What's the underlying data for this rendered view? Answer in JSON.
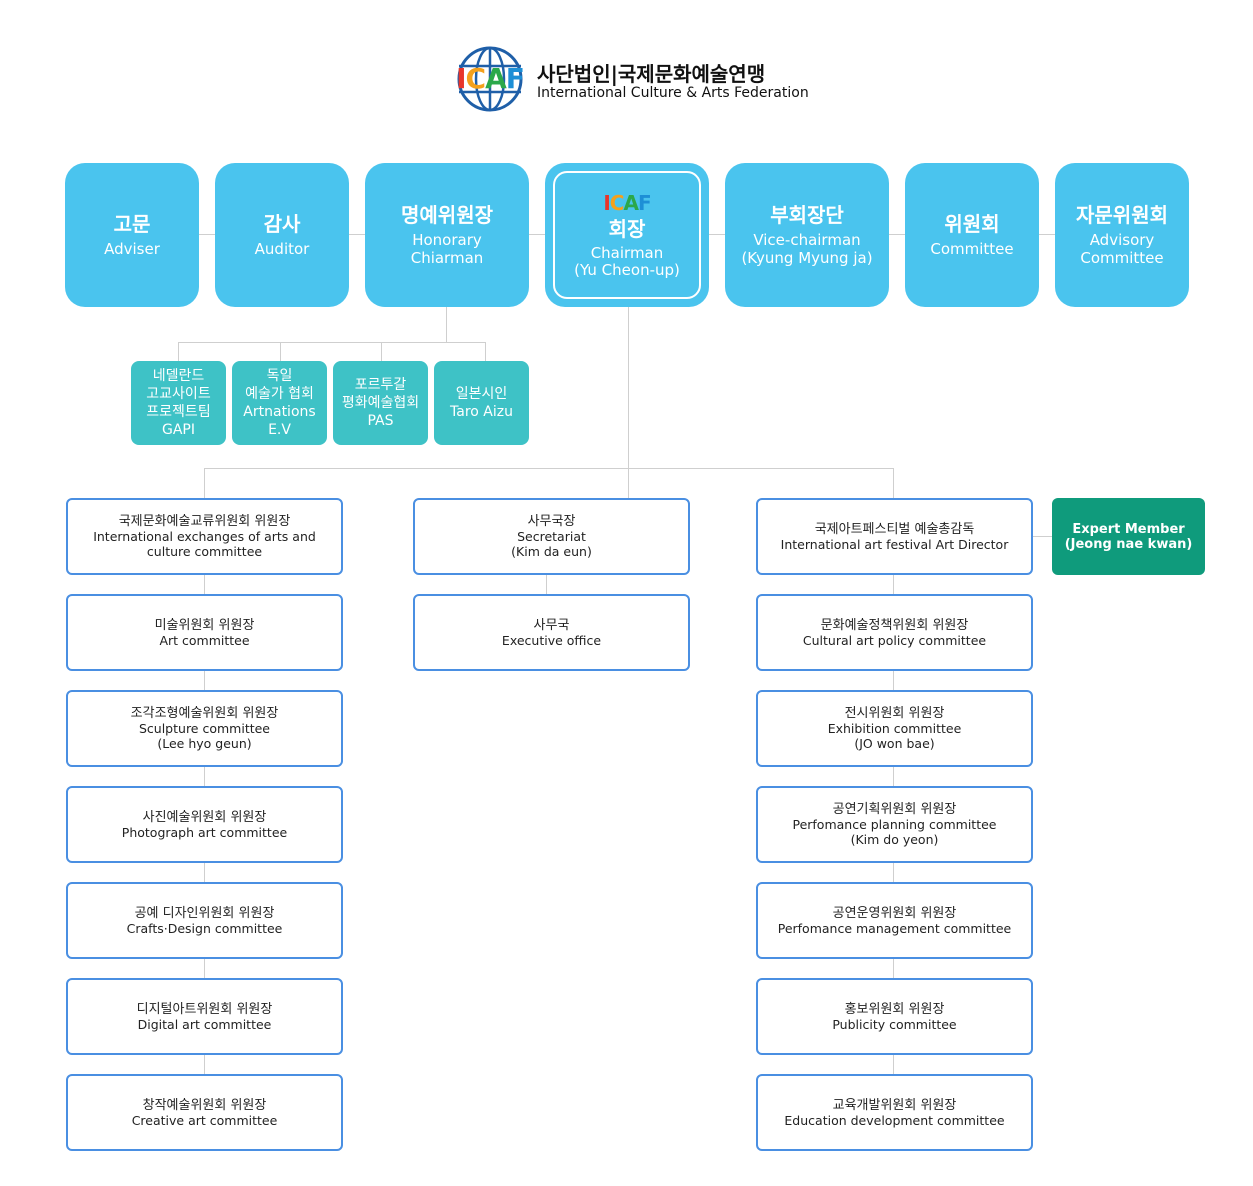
{
  "header": {
    "logo_text": "ICAF",
    "title_ko": "사단법인|국제문화예술연맹",
    "title_en": "International Culture & Arts Federation"
  },
  "top_row": [
    {
      "ko": "고문",
      "en": "Adviser"
    },
    {
      "ko": "감사",
      "en": "Auditor"
    },
    {
      "ko": "명예위원장",
      "en": "Honorary\nChiarman"
    },
    {
      "ko": "회장",
      "en": "Chairman\n(Yu Cheon-up)",
      "logo": "ICAF"
    },
    {
      "ko": "부회장단",
      "en": "Vice-chairman\n(Kyung Myung ja)"
    },
    {
      "ko": "위원회",
      "en": "Committee"
    },
    {
      "ko": "자문위원회",
      "en": "Advisory\nCommittee"
    }
  ],
  "honorary_sub": [
    {
      "lines": [
        "네델란드",
        "고교사이트",
        "프로젝트팀",
        "GAPI"
      ]
    },
    {
      "lines": [
        "독일",
        "예술가 협회",
        "Artnations",
        "E.V"
      ]
    },
    {
      "lines": [
        "포르투갈",
        "평화예술협회",
        "PAS"
      ]
    },
    {
      "lines": [
        "일본시인",
        "Taro Aizu"
      ]
    }
  ],
  "left_column": [
    {
      "ko": "국제문화예술교류위원회 위원장",
      "en": "International exchanges of arts and\nculture committee"
    },
    {
      "ko": "미술위원회 위원장",
      "en": "Art committee"
    },
    {
      "ko": "조각조형예술위원회 위원장",
      "en": "Sculpture committee\n(Lee hyo geun)"
    },
    {
      "ko": "사진예술위원회 위원장",
      "en": "Photograph art committee"
    },
    {
      "ko": "공예 디자인위원회 위원장",
      "en": "Crafts·Design committee"
    },
    {
      "ko": "디지털아트위원회 위원장",
      "en": "Digital art committee"
    },
    {
      "ko": "창작예술위원회 위원장",
      "en": "Creative art committee"
    }
  ],
  "middle_column": [
    {
      "ko": "사무국장",
      "en": "Secretariat\n(Kim da eun)"
    },
    {
      "ko": "사무국",
      "en": "Executive office"
    }
  ],
  "right_column": [
    {
      "ko": "국제아트페스티벌 예술총감독",
      "en": "International art festival Art Director"
    },
    {
      "ko": "문화예술정책위원회 위원장",
      "en": "Cultural art policy committee"
    },
    {
      "ko": "전시위원회 위원장",
      "en": "Exhibition committee\n(JO won bae)"
    },
    {
      "ko": "공연기획위원회 위원장",
      "en": "Perfomance planning committee\n(Kim do yeon)"
    },
    {
      "ko": "공연운영위원회 위원장",
      "en": "Perfomance management committee"
    },
    {
      "ko": "홍보위원회 위원장",
      "en": "Publicity committee"
    },
    {
      "ko": "교육개발위원회 위원장",
      "en": "Education development committee"
    }
  ],
  "expert": {
    "line1": "Expert Member",
    "line2": "(Jeong nae kwan)"
  },
  "colors": {
    "top_box": "#4ac4ee",
    "sub_box": "#3ec2c6",
    "org_border": "#4a8fe2",
    "expert": "#0f9b7c",
    "line": "#cfcfcf"
  }
}
